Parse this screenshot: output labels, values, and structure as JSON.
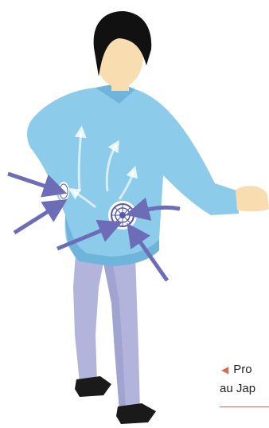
{
  "illustration": {
    "subject": "fan-cooled-jacket",
    "colors": {
      "jacket": "#8dcbea",
      "jacket_shadow": "#6fb4db",
      "pants": "#b2b4dc",
      "hair": "#111111",
      "skin": "#f7ddb0",
      "shoes": "#1a1a1a",
      "arrows": "#6d6db7",
      "airflow": "#ffffff",
      "fan": "#5959a8"
    }
  },
  "caption": {
    "line1": "Pro",
    "line2": "au Jap",
    "marker_icon": "triangle-left-icon",
    "marker_color": "#d9694f"
  }
}
